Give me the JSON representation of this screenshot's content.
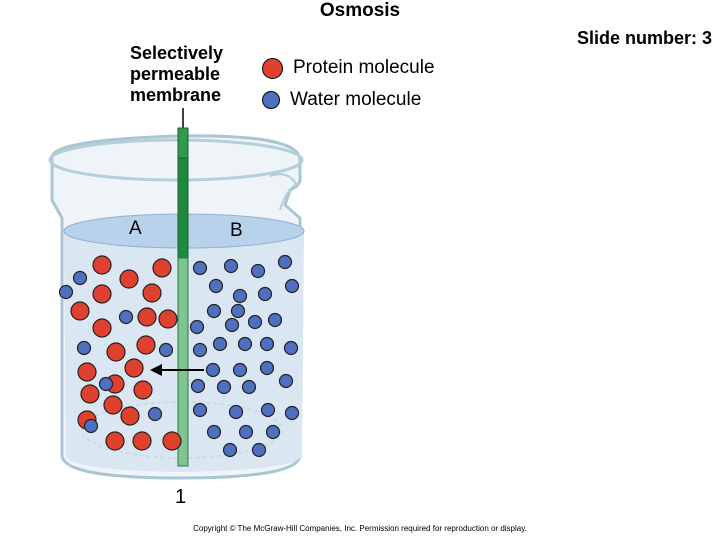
{
  "title": "Osmosis",
  "slide_number": "Slide number: 3",
  "membrane_label": [
    "Selectively",
    "permeable",
    "membrane"
  ],
  "legend": {
    "protein": "Protein molecule",
    "water": "Water molecule"
  },
  "side_a": "A",
  "side_b": "B",
  "step_number": "1",
  "copyright": "Copyright © The McGraw-Hill Companies, Inc. Permission required for reproduction or display.",
  "colors": {
    "protein": "#e0402e",
    "water": "#4f70c0",
    "membrane": "#2e9a4a",
    "solution": "#dbe6f3",
    "surface": "#b9d2ec"
  }
}
